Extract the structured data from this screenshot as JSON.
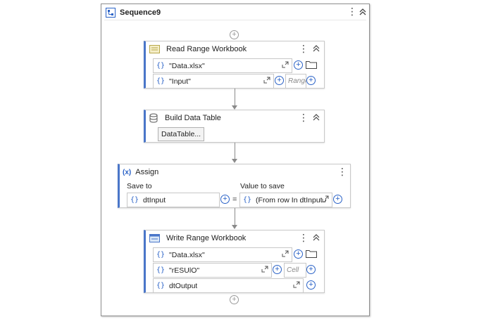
{
  "sequence": {
    "title": "Sequence9"
  },
  "read_range": {
    "title": "Read Range Workbook",
    "workbook_path": "\"Data.xlsx\"",
    "sheet_name": "\"Input\"",
    "range_placeholder": "Range"
  },
  "build_table": {
    "title": "Build Data Table",
    "button_label": "DataTable..."
  },
  "assign": {
    "title": "Assign",
    "save_to_label": "Save to",
    "value_label": "Value to save",
    "save_to_value": "dtInput",
    "equals": "=",
    "value_expression": "(From row In dtInput.A"
  },
  "write_range": {
    "title": "Write Range Workbook",
    "workbook_path": "\"Data.xlsx\"",
    "sheet_name": "\"rESUlO\"",
    "cell_placeholder": "Cell",
    "data_table": "dtOutput"
  },
  "icons": {
    "brace": "{}",
    "plus": "+",
    "more": "⋮"
  },
  "colors": {
    "accent": "#2a62c7",
    "activity_border": "#4a76c9"
  }
}
